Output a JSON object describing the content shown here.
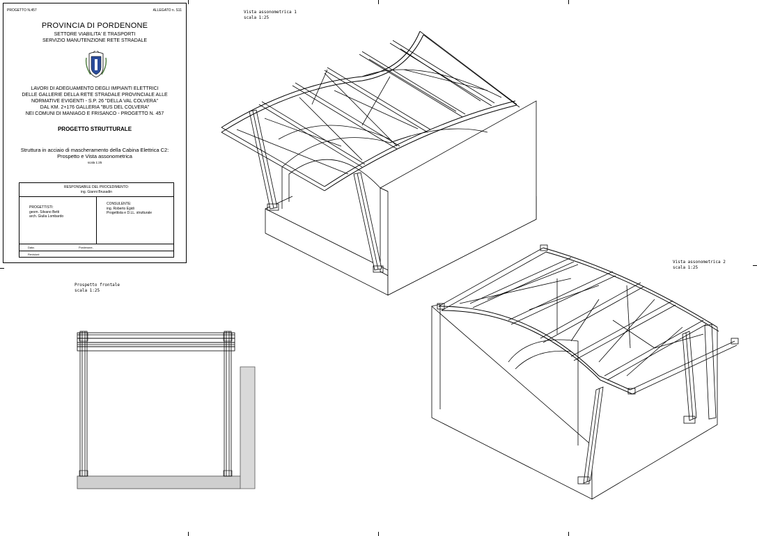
{
  "sheet": {
    "code_left": "PROGETTO N.457",
    "code_right": "ALLEGATO n. S11"
  },
  "title_block": {
    "province": "PROVINCIA DI PORDENONE",
    "sector_line1": "SETTORE VIABILITA' E TRASPORTI",
    "sector_line2": "SERVIZIO MANUTENZIONE RETE STRADALE",
    "works_lines": [
      "LAVORI DI ADEGUAMENTO DEGLI IMPIANTI ELETTRICI",
      "DELLE GALLERIE DELLA RETE STRADALE PROVINCIALE ALLE",
      "NORMATIVE EVIGENTI - S.P. 26 \"DELLA VAL COLVERA\"",
      "DAL KM. 2+176 GALLERIA \"BUS DEL COLVERA\"",
      "NEI COMUNI DI MANIAGO E FRISANCO - PROGETTO N. 457"
    ],
    "project_type": "PROGETTO STRUTTURALE",
    "structure_lines": [
      "Struttura in acciaio di mascheramento della Cabina Elettrica C2:",
      "Prospetto e Vista assonometrica"
    ],
    "scale": "scala 1:25",
    "responsible_title": "RESPONSABILE DEL PROCEDIMENTO:",
    "responsible_name": "ing. Gianni Brusadin",
    "designers_title": "PROGETTISTI:",
    "designers": [
      "geom. Silvano Betti",
      "arch. Giulia Lombardo"
    ],
    "consultant_title": "CONSULENTE:",
    "consultant_lines": [
      "ing. Roberto Egidi",
      "Progettista e D.LL. strutturale"
    ],
    "date_label": "Data:",
    "date_place": "Pordenone,",
    "revisions_label": "Revisioni:"
  },
  "views": {
    "axo1_title": "Vista assonometrica 1",
    "axo1_scale": "scala 1:25",
    "axo2_title": "Vista assonometrica 2",
    "axo2_scale": "scala 1:25",
    "front_title": "Prospetto frontale",
    "front_scale": "scala 1:25"
  },
  "colors": {
    "line": "#000000",
    "wall_shadow": "#d9d9d9",
    "base_gray": "#cfcfcf",
    "crest_blue": "#2a4b9b"
  }
}
